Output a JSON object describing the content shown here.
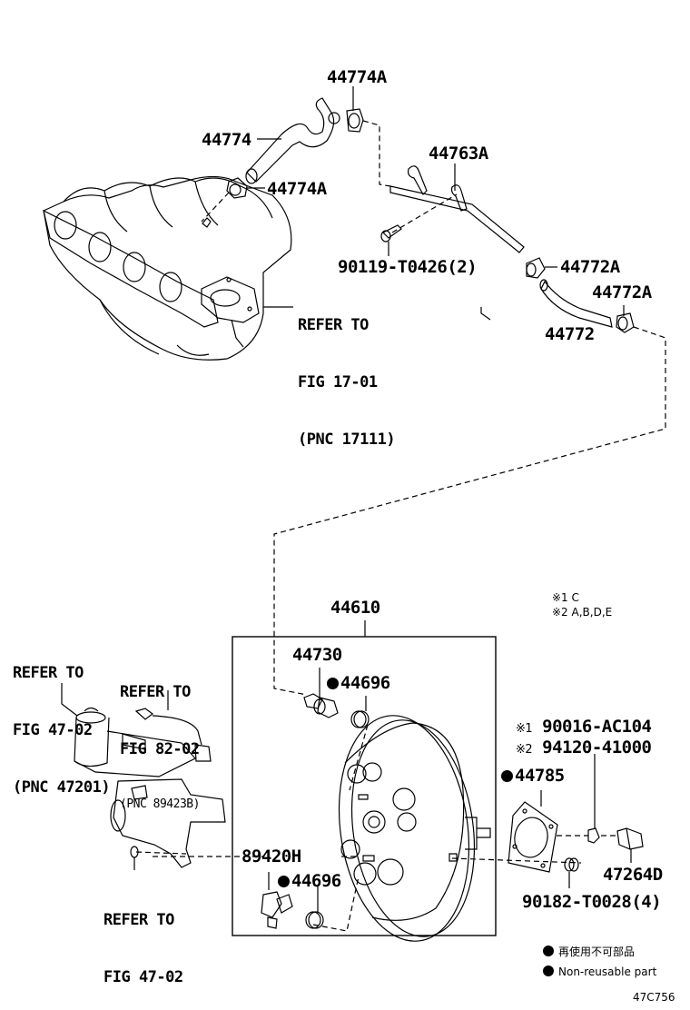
{
  "diagram": {
    "id": "47C756",
    "legend": {
      "variants": [
        {
          "mark": "※1",
          "text": "C"
        },
        {
          "mark": "※2",
          "text": "A,B,D,E"
        }
      ],
      "non_reusable_jp": "再使用不可部品",
      "non_reusable_en": "Non-reusable part"
    },
    "parts": {
      "clip_top": "44774A",
      "hose_upper": "44774",
      "clip_lower": "44774A",
      "bracket": "44763A",
      "bolt": "90119-T0426(2)",
      "clip_mid": "44772A",
      "clip_right": "44772A",
      "hose_lower": "44772",
      "booster_assy": "44610",
      "check_valve": "44730",
      "grommet_top": "44696",
      "grommet_bottom": "44696",
      "sensor": "89420H",
      "gasket": "44785",
      "nut_variant_1": "90016-AC104",
      "nut_variant_2": "94120-41000",
      "clevis": "47264D",
      "nut_bottom": "90182-T0028(4)"
    },
    "references": {
      "intake_manifold": [
        "REFER TO",
        "FIG 17-01",
        "(PNC 17111)"
      ],
      "master_cylinder": [
        "REFER TO",
        "FIG 47-02",
        "(PNC 47201)"
      ],
      "wiring": [
        "REFER TO",
        "FIG 82-02",
        "(PNC 89423B)"
      ],
      "master_cylinder_nut": [
        "REFER TO",
        "FIG 47-02"
      ]
    },
    "variant_marks": {
      "v1": "※1",
      "v2": "※2"
    }
  }
}
